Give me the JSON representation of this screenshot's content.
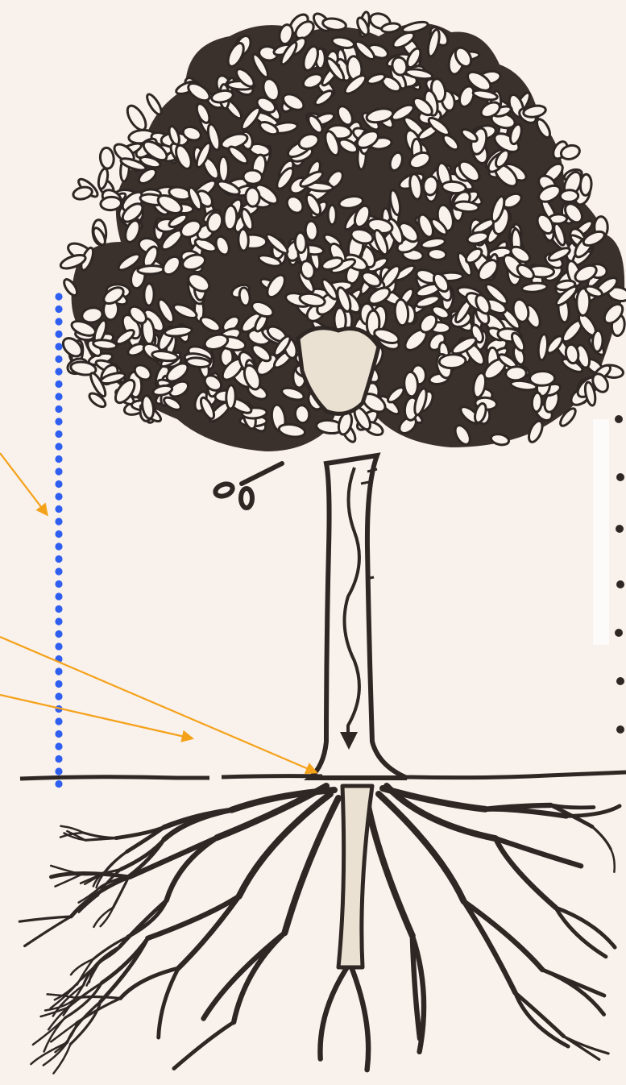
{
  "diagram": {
    "subject": "tree-with-roots-line-drawing",
    "colors": {
      "background": "#f9f1ec",
      "ink": "#2e2724",
      "sapwood": "#ebe1d2",
      "annotation_arrow": "#f5a21b",
      "height_marker": "#2f5ff0"
    },
    "annotations": {
      "height_marker": {
        "style": "dotted"
      },
      "arrows": [
        {
          "target": "crown-side"
        },
        {
          "target": "trunk-base"
        },
        {
          "target": "ground-line"
        }
      ]
    }
  }
}
